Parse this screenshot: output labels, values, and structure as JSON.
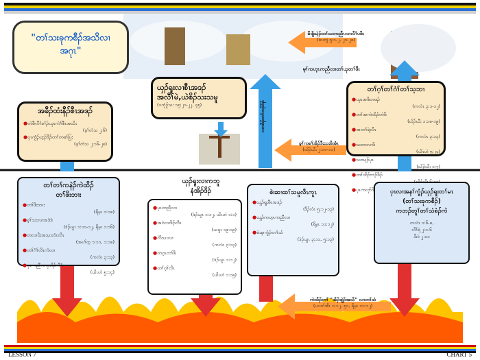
{
  "title": {
    "line1": "\"တၢ်သးခုကစီၣ်အသိလၢ",
    "line2": "အဂုၤ\""
  },
  "top_right_label": {
    "text": "ခီဖျိသဲ့ၣ်တၢ်သးကညီၤလၢလီၢ်ပစီၤ",
    "ref": "(စံၤကျံ ၅:၁-၂, ၂၁-၂၈)"
  },
  "mid_top_label": {
    "text": "မ့ၢ်ကဟ့ၤကညီလၢတၢ်ယုတၢ်ဖိး"
  },
  "left_box": {
    "header": "အခီၣ်ထံးနီၣ်စီၤအဒၣ်",
    "items": [
      {
        "text": "တဲစီလီၢ်ခၢ်ၣ်ယှၤကဲၢ်စီၤအသိး",
        "ref": "(ခ့ၢ်တဲသ ၂:၆)"
      },
      {
        "text": "ပှၤကွံၣ်ဟ့ၣ်ဒိၣ်တၢ်တဖၢ်ပြး",
        "ref": "(ခ့ၢ်တဲသ ၂:၁၆-၂၈)"
      }
    ]
  },
  "center_box": {
    "header1": "ယှၣ်ရူးလၢစီၤအဒၣ်",
    "header2": "အလီၢ်မဲ,ယဲစိၣ်သးသမူ",
    "ref": "(၁ကၠံဉ်သး ၁၅:၂၁-၂၂, ၄၅)"
  },
  "right_top_box": {
    "header": "တၢ်ဂ့ၢ်တၢ်ဂံၢ်တၢ်သ့ဘၢ",
    "items": [
      {
        "text": "ယှၤအဖိတဖၣ်",
        "ref": "(ကလံၤ ၃:၁-၁၂)"
      },
      {
        "text": "တၢ်အကဲထိၣ်တဲစိ",
        "ref": "(ဃိၣ်ယီး ၁:၁၈-၁၉)"
      },
      {
        "text": "အတၢ်ရဲလီၤ",
        "ref": "(ကလံၤ ၃:၁၃)"
      },
      {
        "text": "သးတလၢဖိ",
        "ref": "(ယိၤဟဲ ၅:၂၄)"
      },
      {
        "text": "သးသ့ၣ်ပှၤ",
        "ref": "(ဃိၣ်ယီး ၁:၇)"
      },
      {
        "text": "တၢ်ထိၣ်ဘၣ်ဒိၣ်",
        "ref": "(ဃိၣ်ယီး ၆:၁၄)"
      },
      {
        "text": "ပှၤကလုာ်ဒိၣ်",
        "ref": "(၂ကၠံဉ် ၅:၁၇)"
      }
    ]
  },
  "arrow_left_label": {
    "text": "လၢထိၣ်တၢ်ဘၣ်ဒိၣ်"
  },
  "middle_orange_label": {
    "text": "ခ့ၢ်ကစၢ်အိၣ်ဒီးသးစိအံၤ",
    "ref": "(ဃိၣ်ယီး ၂:၁၀-၁၁)"
  },
  "bottom_left_box": {
    "header1": "တၢ်တၢ်ကနဲၣ်ကဲထိၣ်",
    "header2": "တၢ်ဖိးဘၢး",
    "items": [
      {
        "text": "တၢ်ဖိးဘၢး",
        "ref": "(ရိမ့ၤ ၁:၁၈)"
      },
      {
        "text": "ခ့ၢ်သးလၢအဒဲဒဲ",
        "ref": "(ဒံၣ်ယွၤ ၁:၁၁-၁၂, ရိမ့ၤ ၁:၁၆)"
      },
      {
        "text": "တလၢပိးအသးလံၤလိၤ",
        "ref": "(အပၢ်ထ့ ၁:၁၁, ၁:၁၈)"
      },
      {
        "text": "တၢ်ဂံၢ်လိၤကဲလၢ",
        "ref": "(ကလံၤ ၃:၁၃)"
      },
      {
        "text": "ပှၤကညီလၢပှၤဒိၣ်လီၢ်",
        "ref": "(ယိၤဟဲ ၅:၁၄)"
      }
    ]
  },
  "center_label": {
    "line1": "ယှၣ်ရူးလၢကဘူ",
    "line2": "နံအိၣ်ဒိၣ်"
  },
  "bottom_center_box": {
    "items": [
      {
        "text": "ပှၤတညီလၢ",
        "ref": "(ဒံၣ်ယွၤ ၁:၁၂, ယိၤဟဲ ၁:၁)"
      },
      {
        "text": "အဝဲလၢဒိၣ်လီၤ",
        "ref": "(ယရှၤ ၁၉:၁၉)"
      },
      {
        "text": "လိဲသးလၢ",
        "ref": "(ကလံၤ ၃:၁၃)"
      },
      {
        "text": "တဂ့ၤတၢ်ဖိ",
        "ref": "(ဒံၣ်ယွၤ ၁:၁၂)"
      },
      {
        "text": "တၢ်ဂ့ၢ်လိၤ",
        "ref": "(ယိၤဟဲ ၁:၁၅)"
      }
    ]
  },
  "bottom_mid_box": {
    "header": "စဲးဆၢထၢ်သမူလီၤကူၤ",
    "items": [
      {
        "text": "ယှၣ်ရူးစီၤအဒၣ်",
        "ref": "(ဒိၣ်လံၤ ၅:၁၂-၁၃)"
      },
      {
        "text": "ယှၣ်ကဟ့ၤကညီလၢ",
        "ref": "(ရိမ့ၤ ၁၁:၁၂)"
      },
      {
        "text": "မဲးနၢကွံၣ်တၢ်သံ",
        "ref": "(ဒံၣ်ယွၤ ၃:၁၁, ၅:၁၃)"
      }
    ]
  },
  "bottom_right_box": {
    "header1": "ပှၤလၢအနၢ်ကွံၣ်ယှၣ်ရူးတၢ်မၤ",
    "header2": "(တၢ်သးခုကစီၣ်)",
    "header3": "ကဘၣ်တူၢ်တၢ်သံစံၣ်ကဲ",
    "refs": [
      "ကလံၤ ၁:၆-၈,",
      "လီၢ်ရဲ ၂:၁-၆",
      "ဒီးဝံ ၂:၁၁"
    ]
  },
  "bottom_label": {
    "text": "ကဲထိၣ်တၢ် \"အိၣ်ဖျဲၣ်အသိ\" လၢတၢ်သံ",
    "ref": "(ပလၢၢ်အီၤ ၁:၁၂, ၅၁, ရိမ့ၤ ၁၁:၁၂)"
  },
  "footer": {
    "left": "LESSON 7",
    "right": "CHART 5"
  },
  "colors": {
    "title_text": "#1a5fc8",
    "red": "#d01010",
    "blue_arrow": "#3aa0e6",
    "red_arrow": "#e03030",
    "orange": "#ff9a3c",
    "beige_panel": "#fbe9c6",
    "blue_panel": "#dbe8f7"
  }
}
